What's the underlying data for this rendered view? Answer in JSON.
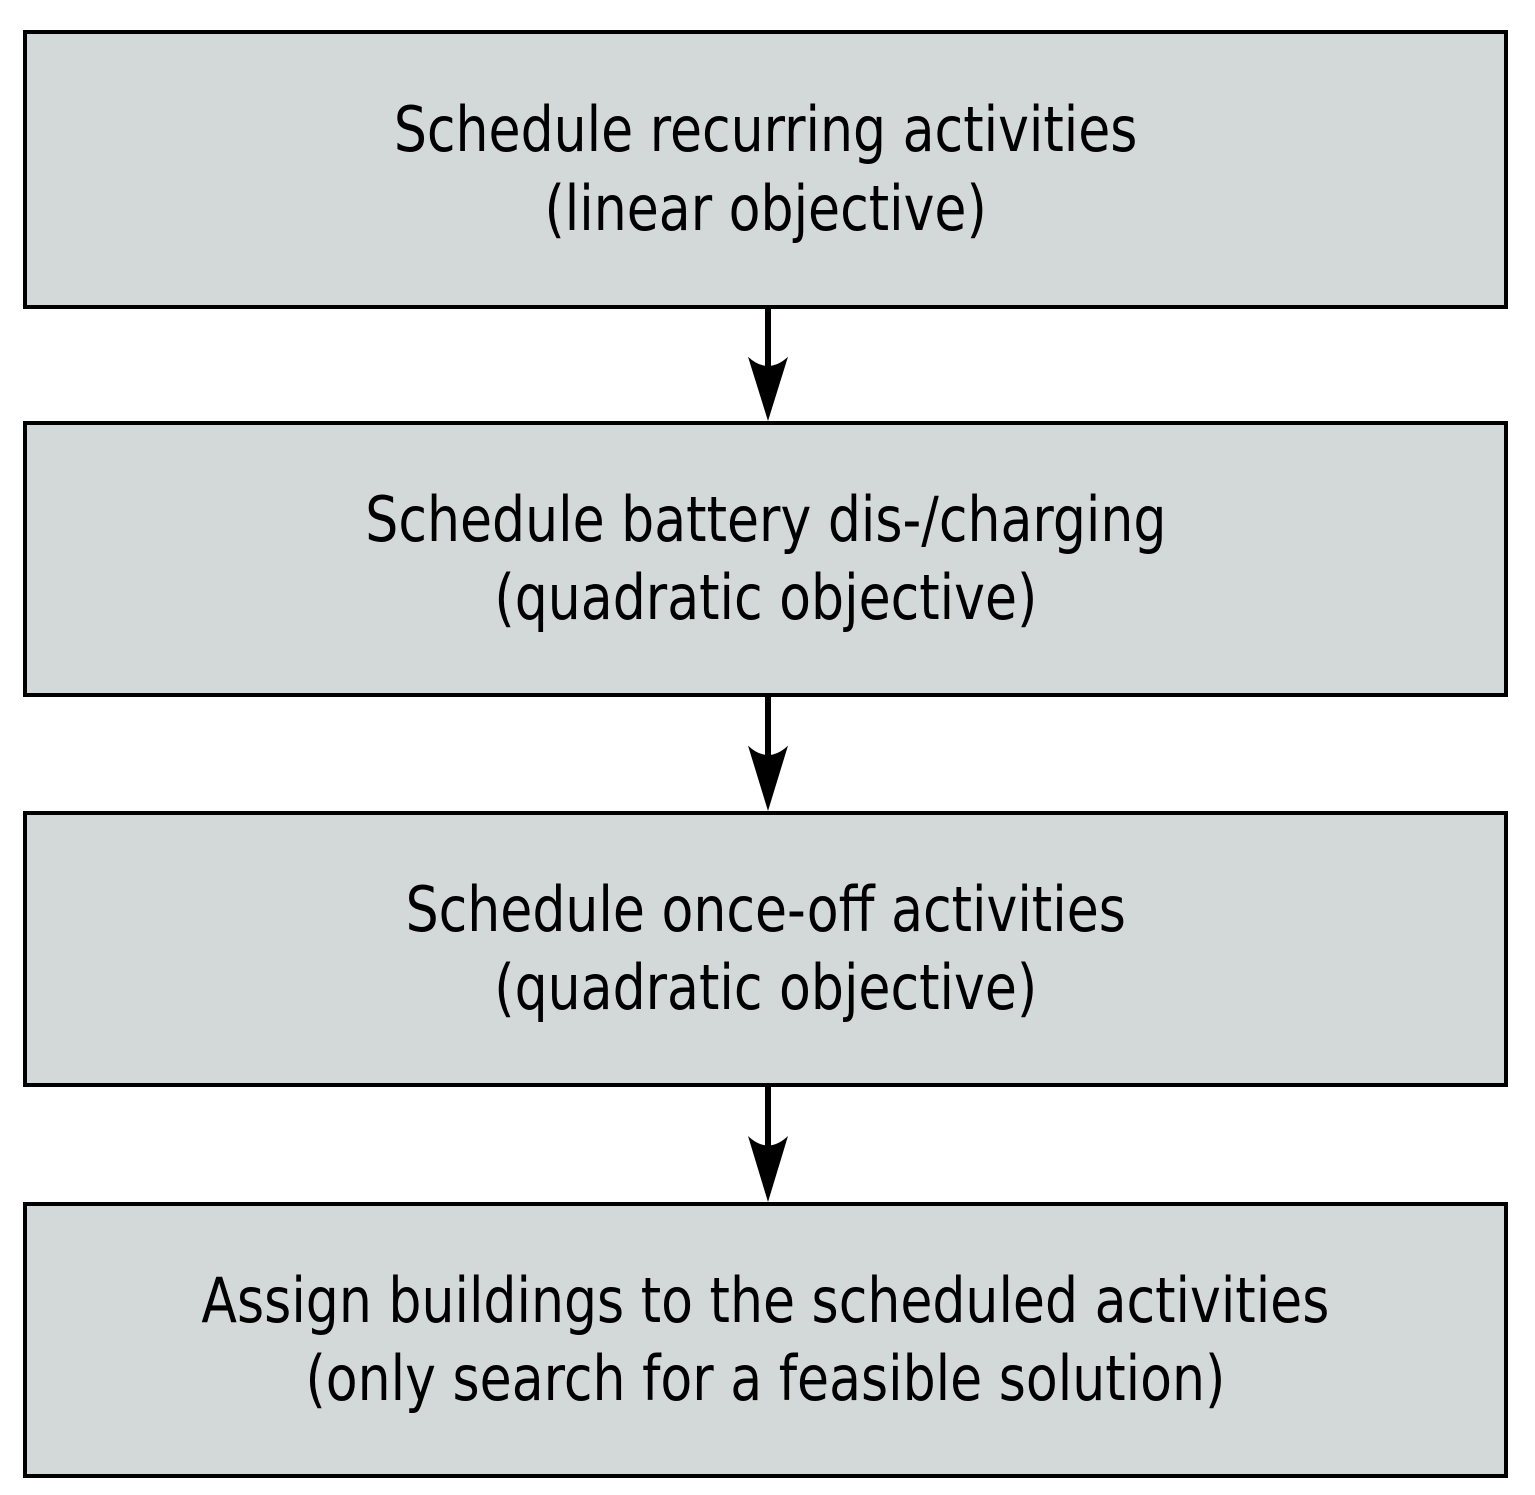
{
  "diagram": {
    "type": "flowchart",
    "direction": "top-down",
    "colors": {
      "page_bg": "#ffffff",
      "box_fill": "#d3d8d8",
      "box_border": "#000000",
      "text_color": "#000000",
      "arrow_color": "#000000"
    },
    "steps": [
      {
        "line1": "Schedule recurring activities",
        "line2": "(linear objective)"
      },
      {
        "line1": "Schedule battery dis-/charging",
        "line2": "(quadratic objective)"
      },
      {
        "line1": "Schedule once-off activities",
        "line2": "(quadratic objective)"
      },
      {
        "line1": "Assign buildings to the scheduled activities",
        "line2": "(only search for a feasible solution)"
      }
    ],
    "connectors": [
      {
        "from": 0,
        "to": 1,
        "style": "arrow-down"
      },
      {
        "from": 1,
        "to": 2,
        "style": "arrow-down"
      },
      {
        "from": 2,
        "to": 3,
        "style": "arrow-down"
      }
    ]
  }
}
